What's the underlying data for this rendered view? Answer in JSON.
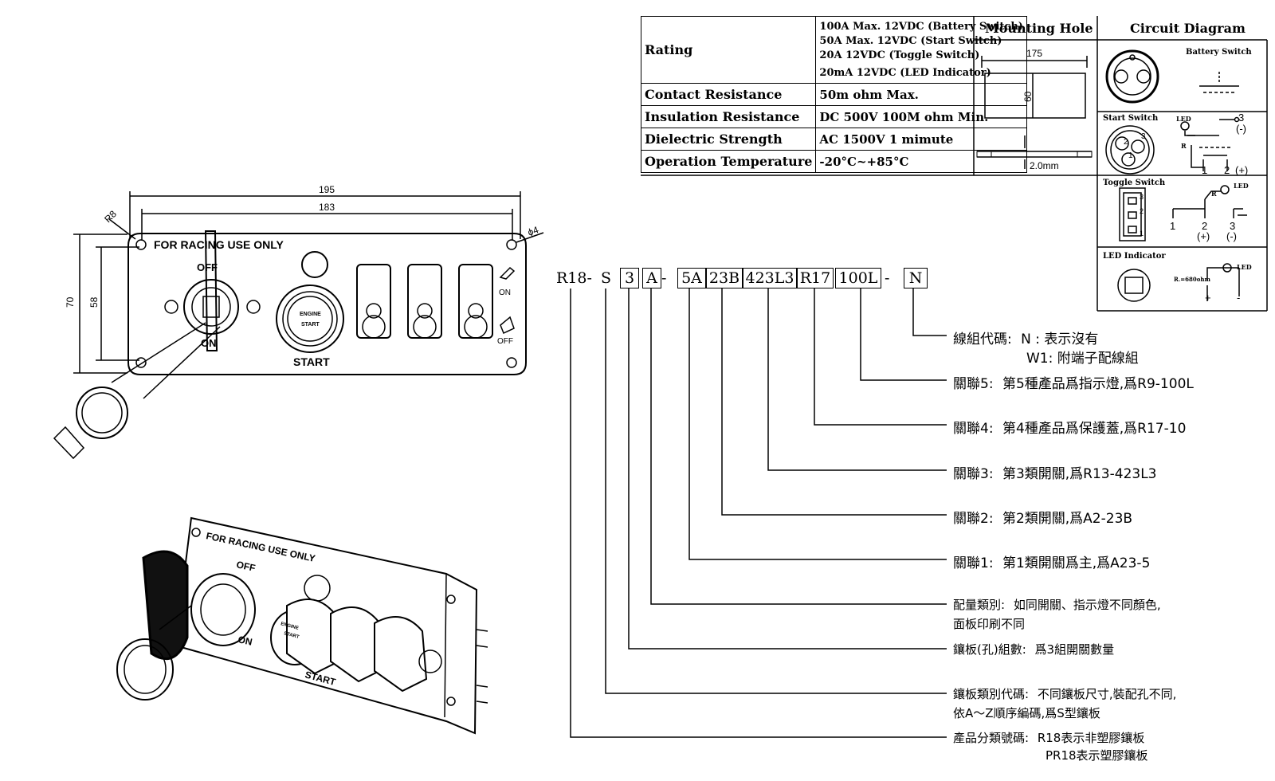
{
  "spec": {
    "rating_label": "Rating",
    "rating_values": [
      "100A Max. 12VDC (Battery Switch)",
      "50A Max. 12VDC (Start Switch)",
      "20A 12VDC (Toggle Switch)",
      "20mA 12VDC (LED Indicator)"
    ],
    "contact_label": "Contact Resistance",
    "contact_value": "50m ohm Max.",
    "insulation_label": "Insulation Resistance",
    "insulation_value": "DC 500V 100M ohm Min.",
    "dielectric_label": "Dielectric Strength",
    "dielectric_value": "AC 1500V 1 mimute",
    "temp_label": "Operation Temperature",
    "temp_value": "-20°C~+85°C"
  },
  "mounting": {
    "title": "Mounting Hole",
    "width": "175",
    "height": "60",
    "thickness": "2.0mm"
  },
  "circuit": {
    "title": "Circuit Diagram",
    "battery": "Battery Switch",
    "start": "Start Switch",
    "toggle": "Toggle Switch",
    "led": "LED Indicator",
    "led_label": "LED",
    "r_label": "R",
    "r_value": "R.=680ohm",
    "pin1": "1",
    "pin2": "2",
    "pin3": "3",
    "plus": "(+)",
    "minus": "(-)",
    "plus_sign": "+",
    "minus_sign": "-"
  },
  "panel": {
    "warning": "FOR RACING USE ONLY",
    "off": "OFF",
    "on": "ON",
    "engine": "ENGINE",
    "start_small": "START",
    "start": "START",
    "toggle_on": "ON",
    "toggle_off": "OFF",
    "dim_195": "195",
    "dim_183": "183",
    "dim_70": "70",
    "dim_58": "58",
    "dim_r8": "R8",
    "dim_phi4": "ϕ4"
  },
  "code": {
    "prefix": "R18-",
    "s": "S",
    "boxes": [
      "3",
      "A",
      "5A",
      "23B",
      "423L3",
      "R17",
      "100L",
      "N"
    ],
    "dash": "-"
  },
  "legend": [
    {
      "key": "線組代碼:",
      "text": "N : 表示沒有",
      "text2": "W1: 附端子配線組"
    },
    {
      "key": "關聯5:",
      "text": "第5種產品爲指示燈,爲R9-100L"
    },
    {
      "key": "關聯4:",
      "text": "第4種產品爲保護蓋,爲R17-10"
    },
    {
      "key": "關聯3:",
      "text": "第3類開關,爲R13-423L3"
    },
    {
      "key": "關聯2:",
      "text": "第2類開關,爲A2-23B"
    },
    {
      "key": "關聯1:",
      "text": "第1類開關爲主,爲A23-5"
    },
    {
      "key": "配量類別:",
      "text": "如同開關、指示燈不同顏色,",
      "text2": "面板印刷不同"
    },
    {
      "key": "鑲板(孔)組數:",
      "text": "爲3組開關數量"
    },
    {
      "key": "鑲板類別代碼:",
      "text": "不同鑲板尺寸,裝配孔不同,",
      "text2": "依A～Z順序編碼,爲S型鑲板"
    },
    {
      "key": "產品分類號碼:",
      "text": "R18表示非塑膠鑲板",
      "text2": "PR18表示塑膠鑲板"
    }
  ]
}
